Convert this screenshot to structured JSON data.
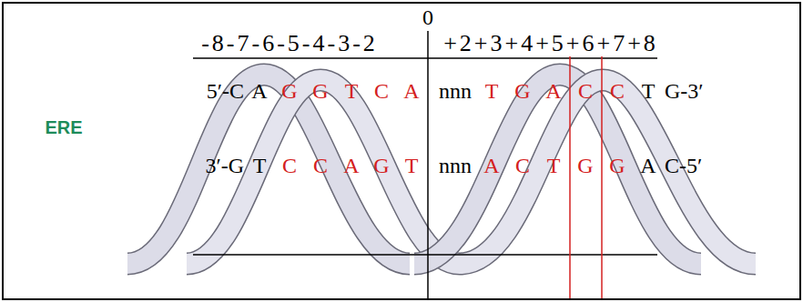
{
  "diagram": {
    "labels": [
      "0",
      "-8-7-6-5-4-3-2",
      "+2+3+4+5+6+7+8",
      "ERE",
      "5′-C",
      "A",
      "G",
      "G",
      "T",
      "C",
      "A",
      "nnn",
      "T",
      "G",
      "A",
      "C",
      "C",
      "T",
      "G-3′",
      "3′-G",
      "T",
      "C",
      "C",
      "A",
      "G",
      "T",
      "nnn",
      "A",
      "C",
      "T",
      "G",
      "G",
      "A",
      "C-5′"
    ]
  }
}
